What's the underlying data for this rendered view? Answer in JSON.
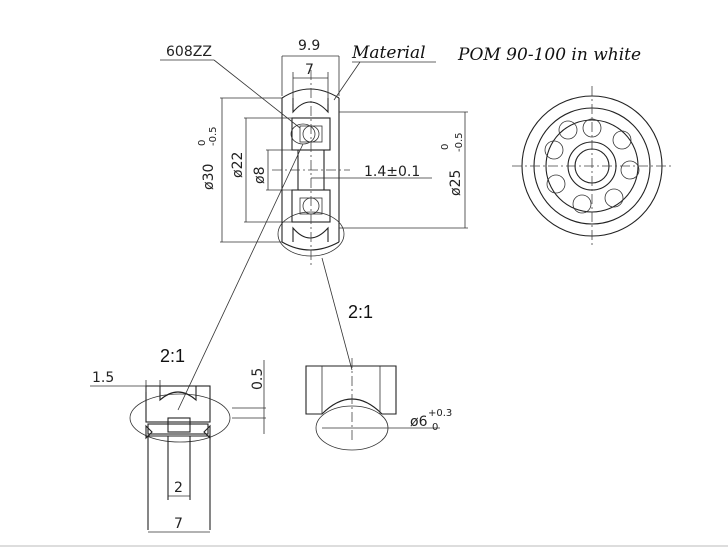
{
  "labels": {
    "bearing": "608ZZ",
    "material_word": "Material",
    "material_spec": "POM 90-100 in white",
    "width_outer": "9.9",
    "width_inner": "7",
    "dia_outer": "ø30",
    "dia_outer_tol_upper": "0",
    "dia_outer_tol_lower": "-0.5",
    "dia_22": "ø22",
    "dia_8": "ø8",
    "offset": "1.4±0.1",
    "dia_groove": "ø25",
    "dia_groove_tol_upper": "0",
    "dia_groove_tol_lower": "-0.5",
    "scale_left": "2:1",
    "scale_right": "2:1",
    "dim_1_5": "1.5",
    "dim_0_5": "0.5",
    "dim_2": "2",
    "dim_7_bottom": "7",
    "groove_dia": "ø6",
    "groove_tol_upper": "+0.3",
    "groove_tol_lower": "0"
  }
}
